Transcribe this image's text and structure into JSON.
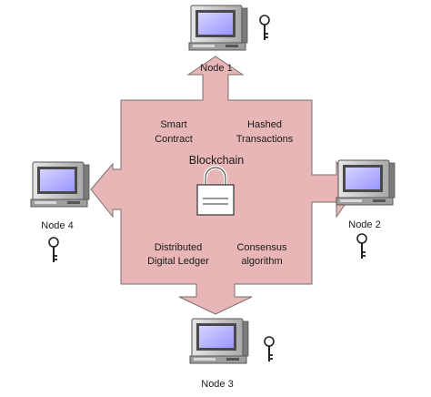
{
  "center": {
    "title": "Blockchain",
    "features": [
      {
        "line1": "Smart",
        "line2": "Contract"
      },
      {
        "line1": "Hashed",
        "line2": "Transactions"
      },
      {
        "line1": "Distributed",
        "line2": "Digital Ledger"
      },
      {
        "line1": "Consensus",
        "line2": "algorithm"
      }
    ]
  },
  "nodes": [
    {
      "label": "Node 1"
    },
    {
      "label": "Node 2"
    },
    {
      "label": "Node 3"
    },
    {
      "label": "Node 4"
    }
  ],
  "colors": {
    "shape_fill": "#e8b6b6",
    "shape_stroke": "#7a6f6f",
    "screen": "#b8b4ff",
    "computer_body": "#cfcfcf",
    "computer_dark": "#6f6f6f"
  }
}
